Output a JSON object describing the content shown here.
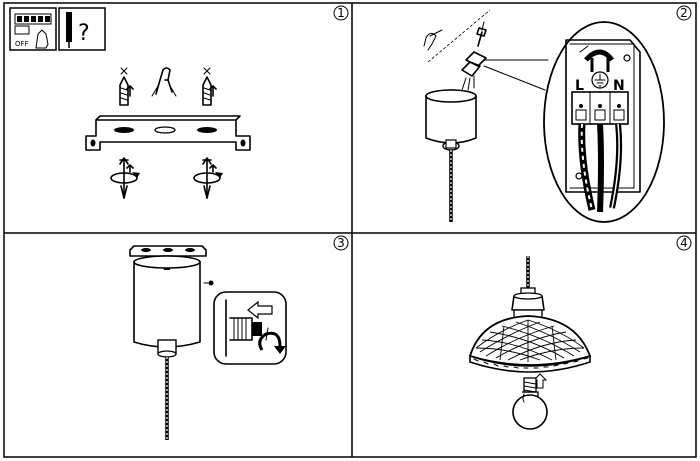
{
  "steps": [
    {
      "number": "1"
    },
    {
      "number": "2"
    },
    {
      "number": "3"
    },
    {
      "number": "4"
    }
  ],
  "icons": {
    "switch_label": "OFF",
    "tester_question": "?"
  },
  "terminals": {
    "live": "L",
    "neutral": "N"
  }
}
